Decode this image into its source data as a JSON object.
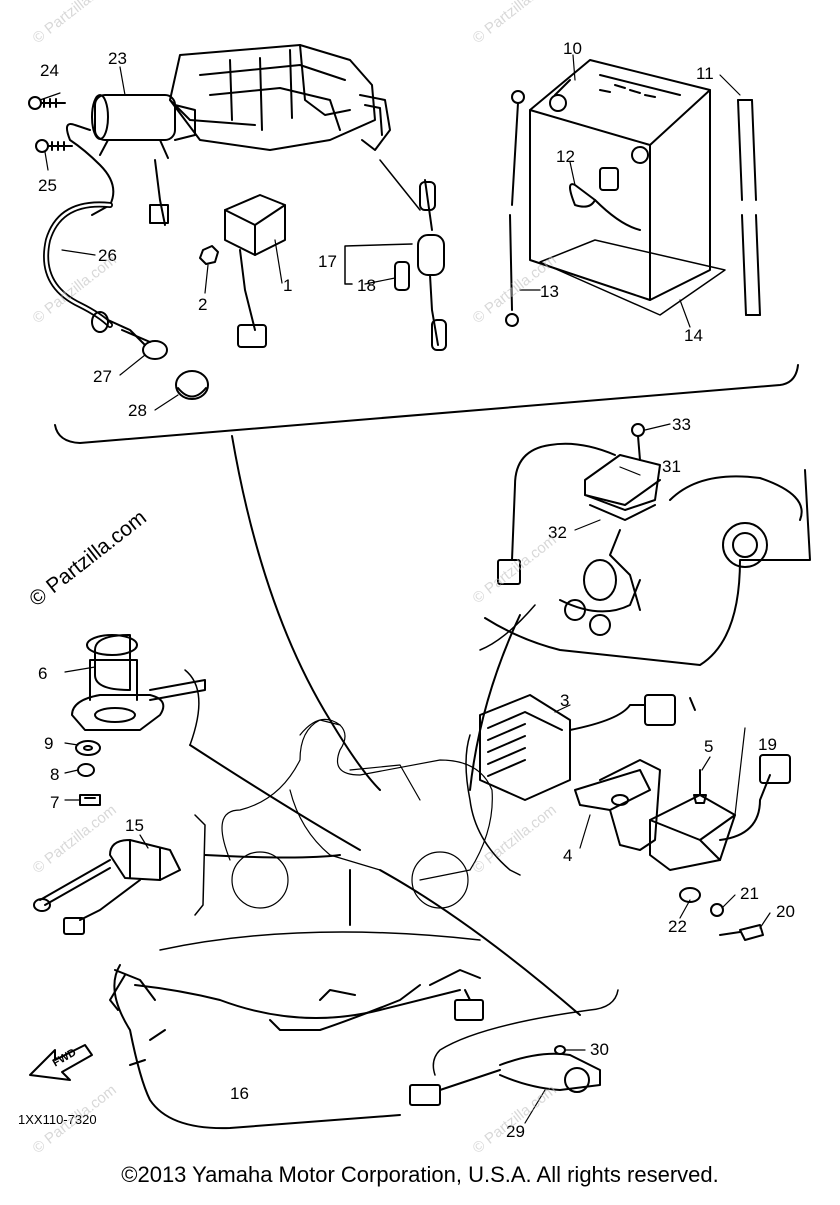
{
  "diagram": {
    "callouts": [
      "1",
      "2",
      "3",
      "4",
      "5",
      "6",
      "7",
      "8",
      "9",
      "10",
      "11",
      "12",
      "13",
      "14",
      "15",
      "16",
      "17",
      "18",
      "19",
      "20",
      "21",
      "22",
      "23",
      "24",
      "25",
      "26",
      "27",
      "28",
      "29",
      "30",
      "31",
      "32",
      "33"
    ],
    "drawing_code": "1XX110-7320",
    "forward_arrow_text": "FWD",
    "watermark_main": "© Partzilla.com",
    "watermark_faint": "© Partzilla.com",
    "copyright": "©2013 Yamaha Motor Corporation, U.S.A. All rights reserved."
  }
}
